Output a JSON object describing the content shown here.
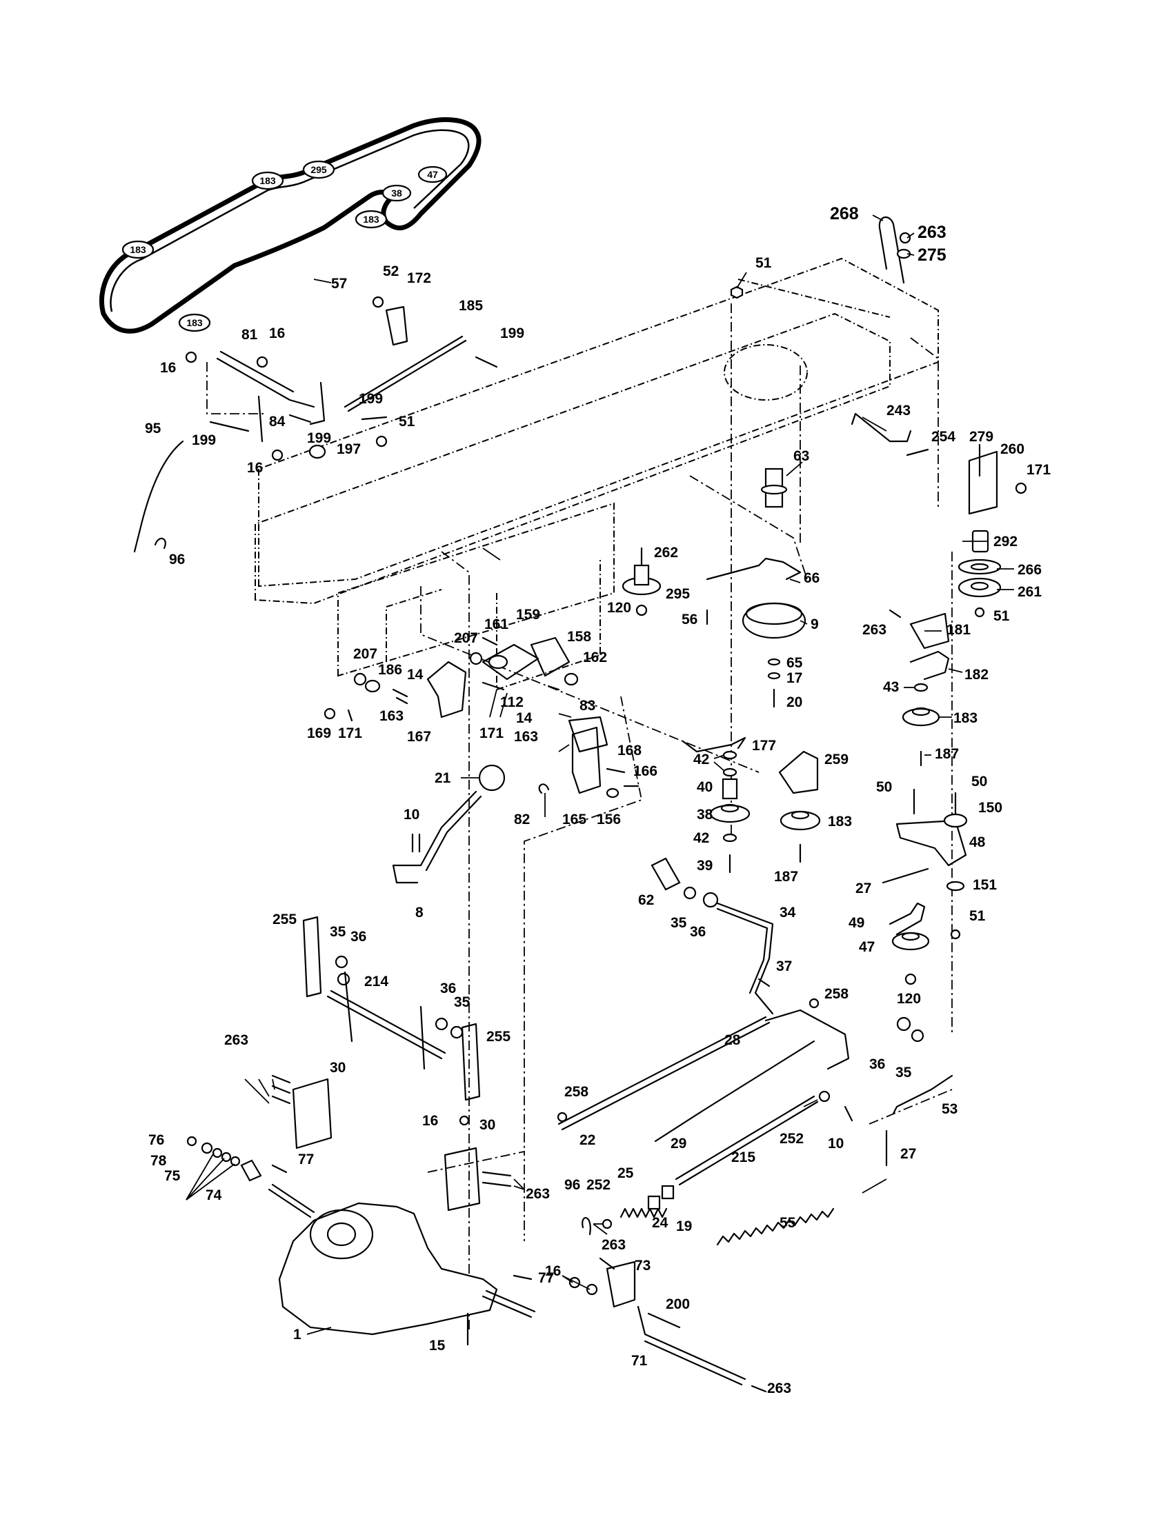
{
  "callouts": [
    {
      "label": "268",
      "big": true
    },
    {
      "label": "263",
      "big": true
    },
    {
      "label": "275",
      "big": true
    },
    {
      "label": "57"
    },
    {
      "label": "52"
    },
    {
      "label": "172"
    },
    {
      "label": "185"
    },
    {
      "label": "199"
    },
    {
      "label": "81"
    },
    {
      "label": "16"
    },
    {
      "label": "16"
    },
    {
      "label": "199"
    },
    {
      "label": "51"
    },
    {
      "label": "84"
    },
    {
      "label": "199"
    },
    {
      "label": "199"
    },
    {
      "label": "197"
    },
    {
      "label": "16"
    },
    {
      "label": "95"
    },
    {
      "label": "96"
    },
    {
      "label": "51"
    },
    {
      "label": "243"
    },
    {
      "label": "254"
    },
    {
      "label": "279"
    },
    {
      "label": "260"
    },
    {
      "label": "171"
    },
    {
      "label": "63"
    },
    {
      "label": "292"
    },
    {
      "label": "266"
    },
    {
      "label": "261"
    },
    {
      "label": "51"
    },
    {
      "label": "262"
    },
    {
      "label": "295"
    },
    {
      "label": "120"
    },
    {
      "label": "66"
    },
    {
      "label": "56"
    },
    {
      "label": "9"
    },
    {
      "label": "263"
    },
    {
      "label": "181"
    },
    {
      "label": "65"
    },
    {
      "label": "17"
    },
    {
      "label": "20"
    },
    {
      "label": "43"
    },
    {
      "label": "182"
    },
    {
      "label": "183"
    },
    {
      "label": "187"
    },
    {
      "label": "207"
    },
    {
      "label": "161"
    },
    {
      "label": "159"
    },
    {
      "label": "158"
    },
    {
      "label": "162"
    },
    {
      "label": "207"
    },
    {
      "label": "186"
    },
    {
      "label": "14"
    },
    {
      "label": "112"
    },
    {
      "label": "14"
    },
    {
      "label": "83"
    },
    {
      "label": "169"
    },
    {
      "label": "171"
    },
    {
      "label": "163"
    },
    {
      "label": "167"
    },
    {
      "label": "171"
    },
    {
      "label": "163"
    },
    {
      "label": "168"
    },
    {
      "label": "166"
    },
    {
      "label": "177"
    },
    {
      "label": "259"
    },
    {
      "label": "42"
    },
    {
      "label": "40"
    },
    {
      "label": "38"
    },
    {
      "label": "42"
    },
    {
      "label": "39"
    },
    {
      "label": "183"
    },
    {
      "label": "187"
    },
    {
      "label": "21"
    },
    {
      "label": "82"
    },
    {
      "label": "165"
    },
    {
      "label": "156"
    },
    {
      "label": "10"
    },
    {
      "label": "8"
    },
    {
      "label": "50"
    },
    {
      "label": "50"
    },
    {
      "label": "150"
    },
    {
      "label": "48"
    },
    {
      "label": "27"
    },
    {
      "label": "151"
    },
    {
      "label": "62"
    },
    {
      "label": "35"
    },
    {
      "label": "36"
    },
    {
      "label": "34"
    },
    {
      "label": "49"
    },
    {
      "label": "51"
    },
    {
      "label": "47"
    },
    {
      "label": "120"
    },
    {
      "label": "37"
    },
    {
      "label": "258"
    },
    {
      "label": "255"
    },
    {
      "label": "35"
    },
    {
      "label": "36"
    },
    {
      "label": "214"
    },
    {
      "label": "36"
    },
    {
      "label": "35"
    },
    {
      "label": "255"
    },
    {
      "label": "28"
    },
    {
      "label": "36"
    },
    {
      "label": "35"
    },
    {
      "label": "53"
    },
    {
      "label": "263"
    },
    {
      "label": "30"
    },
    {
      "label": "258"
    },
    {
      "label": "22"
    },
    {
      "label": "29"
    },
    {
      "label": "252"
    },
    {
      "label": "10"
    },
    {
      "label": "27"
    },
    {
      "label": "16"
    },
    {
      "label": "30"
    },
    {
      "label": "76"
    },
    {
      "label": "78"
    },
    {
      "label": "75"
    },
    {
      "label": "77"
    },
    {
      "label": "74"
    },
    {
      "label": "263"
    },
    {
      "label": "96"
    },
    {
      "label": "252"
    },
    {
      "label": "25"
    },
    {
      "label": "24"
    },
    {
      "label": "19"
    },
    {
      "label": "215"
    },
    {
      "label": "55"
    },
    {
      "label": "263"
    },
    {
      "label": "73"
    },
    {
      "label": "16"
    },
    {
      "label": "77"
    },
    {
      "label": "200"
    },
    {
      "label": "1"
    },
    {
      "label": "15"
    },
    {
      "label": "71"
    },
    {
      "label": "263"
    }
  ],
  "belt_pulley_labels": [
    {
      "label": "295"
    },
    {
      "label": "183"
    },
    {
      "label": "47"
    },
    {
      "label": "38"
    },
    {
      "label": "183"
    },
    {
      "label": "183"
    },
    {
      "label": "183"
    }
  ]
}
